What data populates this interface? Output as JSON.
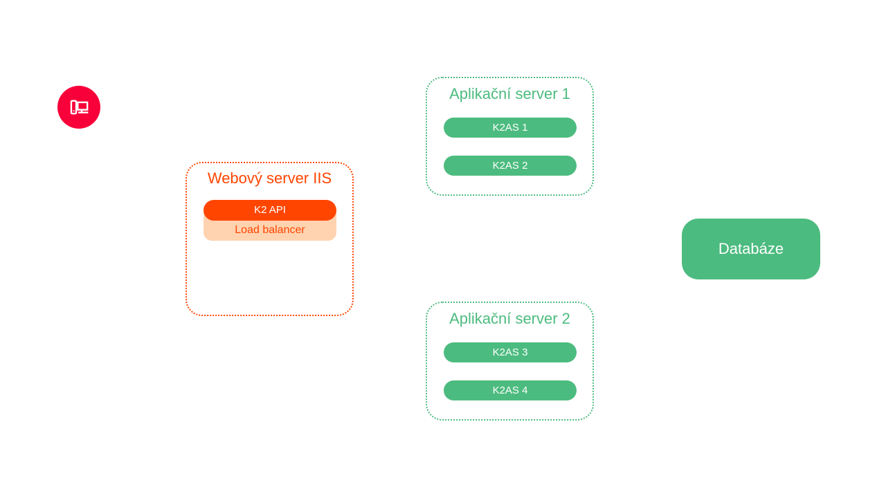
{
  "client": {
    "icon": "computer-icon",
    "circle_color": "#F80039"
  },
  "web_server": {
    "title": "Webový server IIS",
    "accent_color": "#FF4500",
    "api_label": "K2 API",
    "lb_label": "Load balancer",
    "lb_bg_color": "#FFD3B0"
  },
  "app_server_1": {
    "title": "Aplikační server 1",
    "accent_color": "#4CBB7F",
    "nodes": [
      "K2AS 1",
      "K2AS 2"
    ]
  },
  "app_server_2": {
    "title": "Aplikační server 2",
    "accent_color": "#4CBB7F",
    "nodes": [
      "K2AS 3",
      "K2AS 4"
    ]
  },
  "database": {
    "label": "Databáze",
    "bg_color": "#4CBB7F"
  }
}
